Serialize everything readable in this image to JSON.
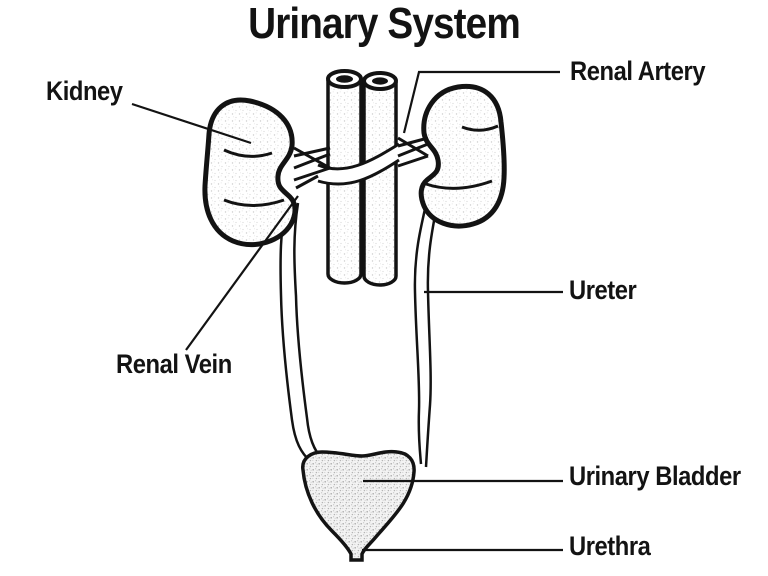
{
  "title": "Urinary System",
  "labels": {
    "kidney": "Kidney",
    "renal_artery": "Renal Artery",
    "ureter": "Ureter",
    "renal_vein": "Renal Vein",
    "urinary_bladder": "Urinary Bladder",
    "urethra": "Urethra"
  },
  "colors": {
    "ink": "#131313",
    "background": "#ffffff",
    "speckle_light": "#cdcdcd",
    "speckle_dense": "#a8a8a8"
  }
}
